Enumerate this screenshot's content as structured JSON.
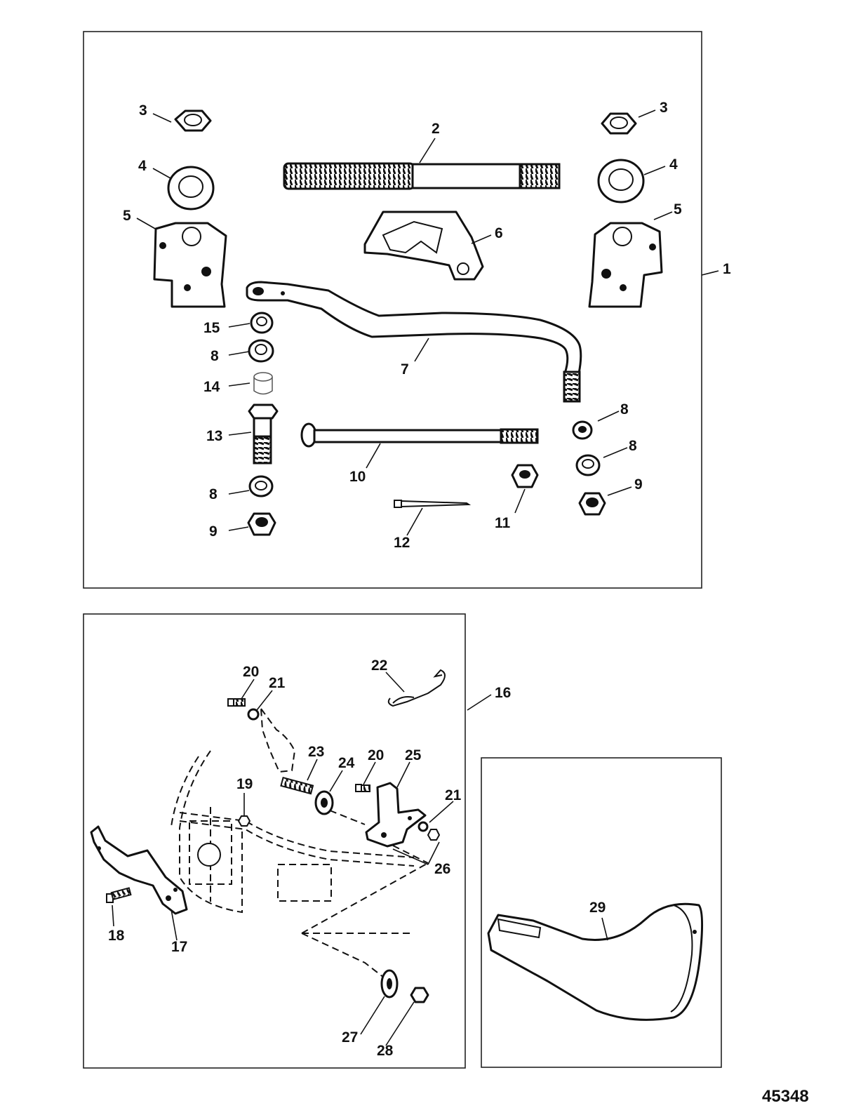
{
  "diagram": {
    "figure_number": "45348",
    "callouts": {
      "c1": "1",
      "c2": "2",
      "c3": "3",
      "c4": "4",
      "c5": "5",
      "c6": "6",
      "c7": "7",
      "c8": "8",
      "c9": "9",
      "c10": "10",
      "c11": "11",
      "c12": "12",
      "c13": "13",
      "c14": "14",
      "c15": "15",
      "c16": "16",
      "c17": "17",
      "c18": "18",
      "c19": "19",
      "c20": "20",
      "c21": "21",
      "c22": "22",
      "c23": "23",
      "c24": "24",
      "c25": "25",
      "c26": "26",
      "c27": "27",
      "c28": "28",
      "c29": "29"
    }
  }
}
